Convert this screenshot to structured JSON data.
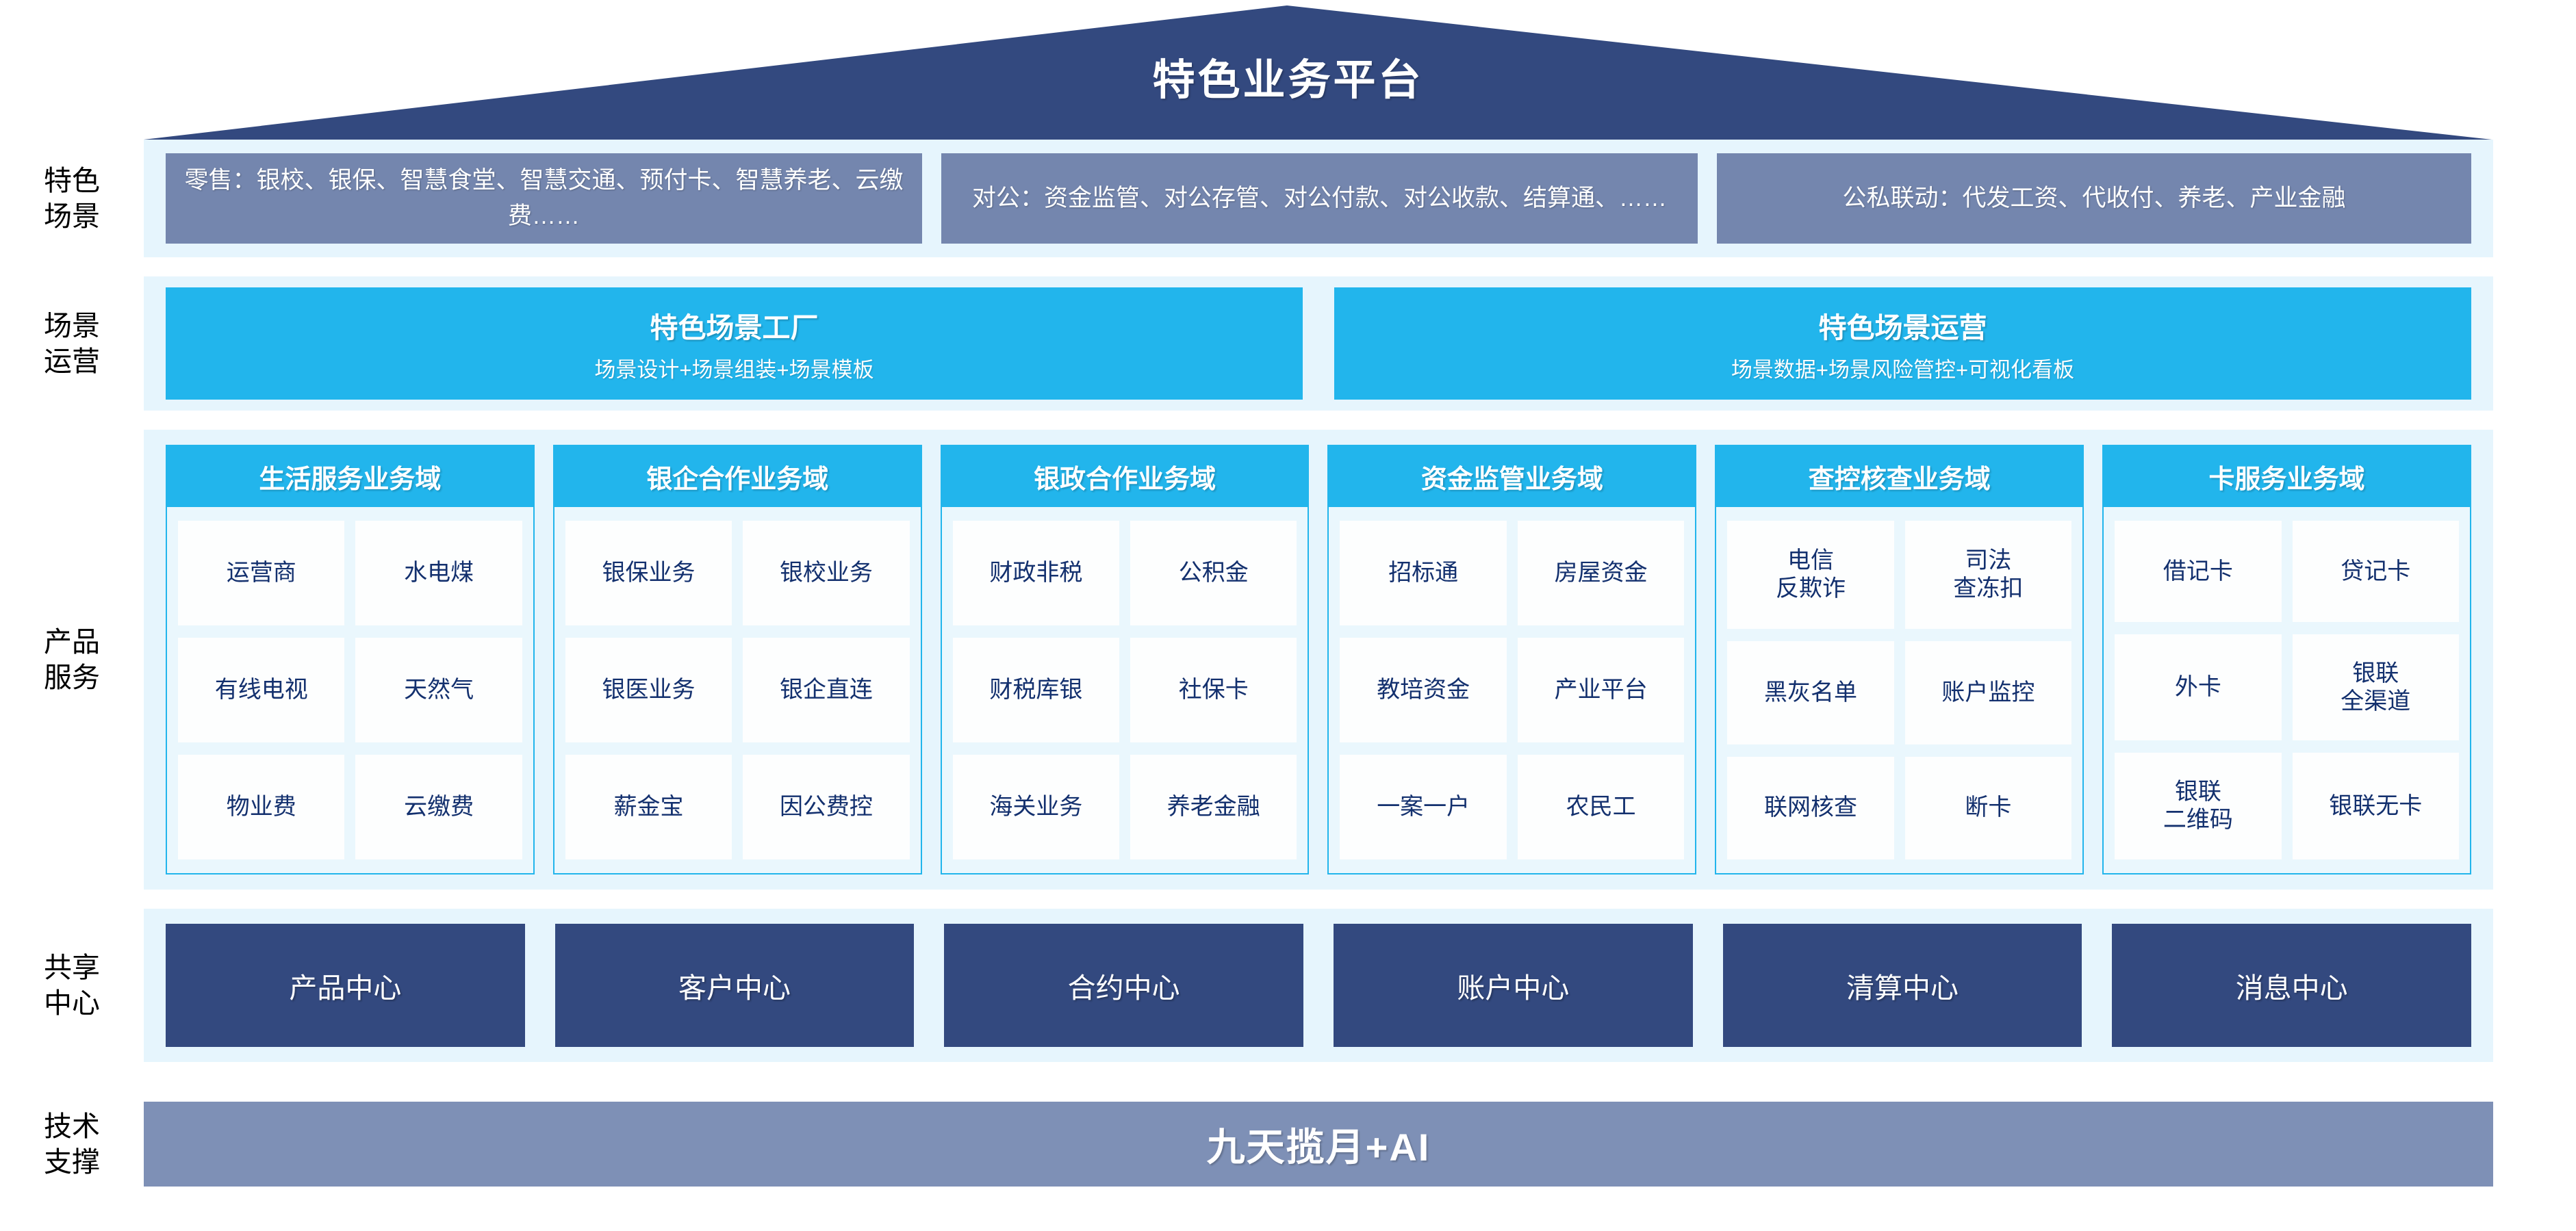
{
  "title": "特色业务平台",
  "rows": {
    "scenes": {
      "label_line1": "特色",
      "label_line2": "场景",
      "boxes": [
        "零售：银校、银保、智慧食堂、智慧交通、预付卡、智慧养老、云缴费……",
        "对公：资金监管、对公存管、对公付款、对公收款、结算通、……",
        "公私联动：代发工资、代收付、养老、产业金融"
      ]
    },
    "operations": {
      "label_line1": "场景",
      "label_line2": "运营",
      "boxes": [
        {
          "title": "特色场景工厂",
          "subtitle": "场景设计+场景组装+场景模板"
        },
        {
          "title": "特色场景运营",
          "subtitle": "场景数据+场景风险管控+可视化看板"
        }
      ]
    },
    "products": {
      "label_line1": "产品",
      "label_line2": "服务",
      "columns": [
        {
          "header": "生活服务业务域",
          "cells": [
            "运营商",
            "水电煤",
            "有线电视",
            "天然气",
            "物业费",
            "云缴费"
          ]
        },
        {
          "header": "银企合作业务域",
          "cells": [
            "银保业务",
            "银校业务",
            "银医业务",
            "银企直连",
            "薪金宝",
            "因公费控"
          ]
        },
        {
          "header": "银政合作业务域",
          "cells": [
            "财政非税",
            "公积金",
            "财税库银",
            "社保卡",
            "海关业务",
            "养老金融"
          ]
        },
        {
          "header": "资金监管业务域",
          "cells": [
            "招标通",
            "房屋资金",
            "教培资金",
            "产业平台",
            "一案一户",
            "农民工"
          ]
        },
        {
          "header": "查控核查业务域",
          "cells": [
            "电信\n反欺诈",
            "司法\n查冻扣",
            "黑灰名单",
            "账户监控",
            "联网核查",
            "断卡"
          ]
        },
        {
          "header": "卡服务业务域",
          "cells": [
            "借记卡",
            "贷记卡",
            "外卡",
            "银联\n全渠道",
            "银联\n二维码",
            "银联无卡"
          ]
        }
      ]
    },
    "centers": {
      "label_line1": "共享",
      "label_line2": "中心",
      "boxes": [
        "产品中心",
        "客户中心",
        "合约中心",
        "账户中心",
        "清算中心",
        "消息中心"
      ]
    },
    "tech": {
      "label_line1": "技术",
      "label_line2": "支撑",
      "bar_text": "九天揽月+AI"
    }
  },
  "colors": {
    "roof_navy": "#33497f",
    "scene_slate": "#7486ae",
    "cyan": "#22b5ec",
    "panel_bg": "#e6f5fd",
    "center_navy": "#33497f",
    "tech_grey_blue": "#7e90b6",
    "cell_text": "#13306e"
  }
}
